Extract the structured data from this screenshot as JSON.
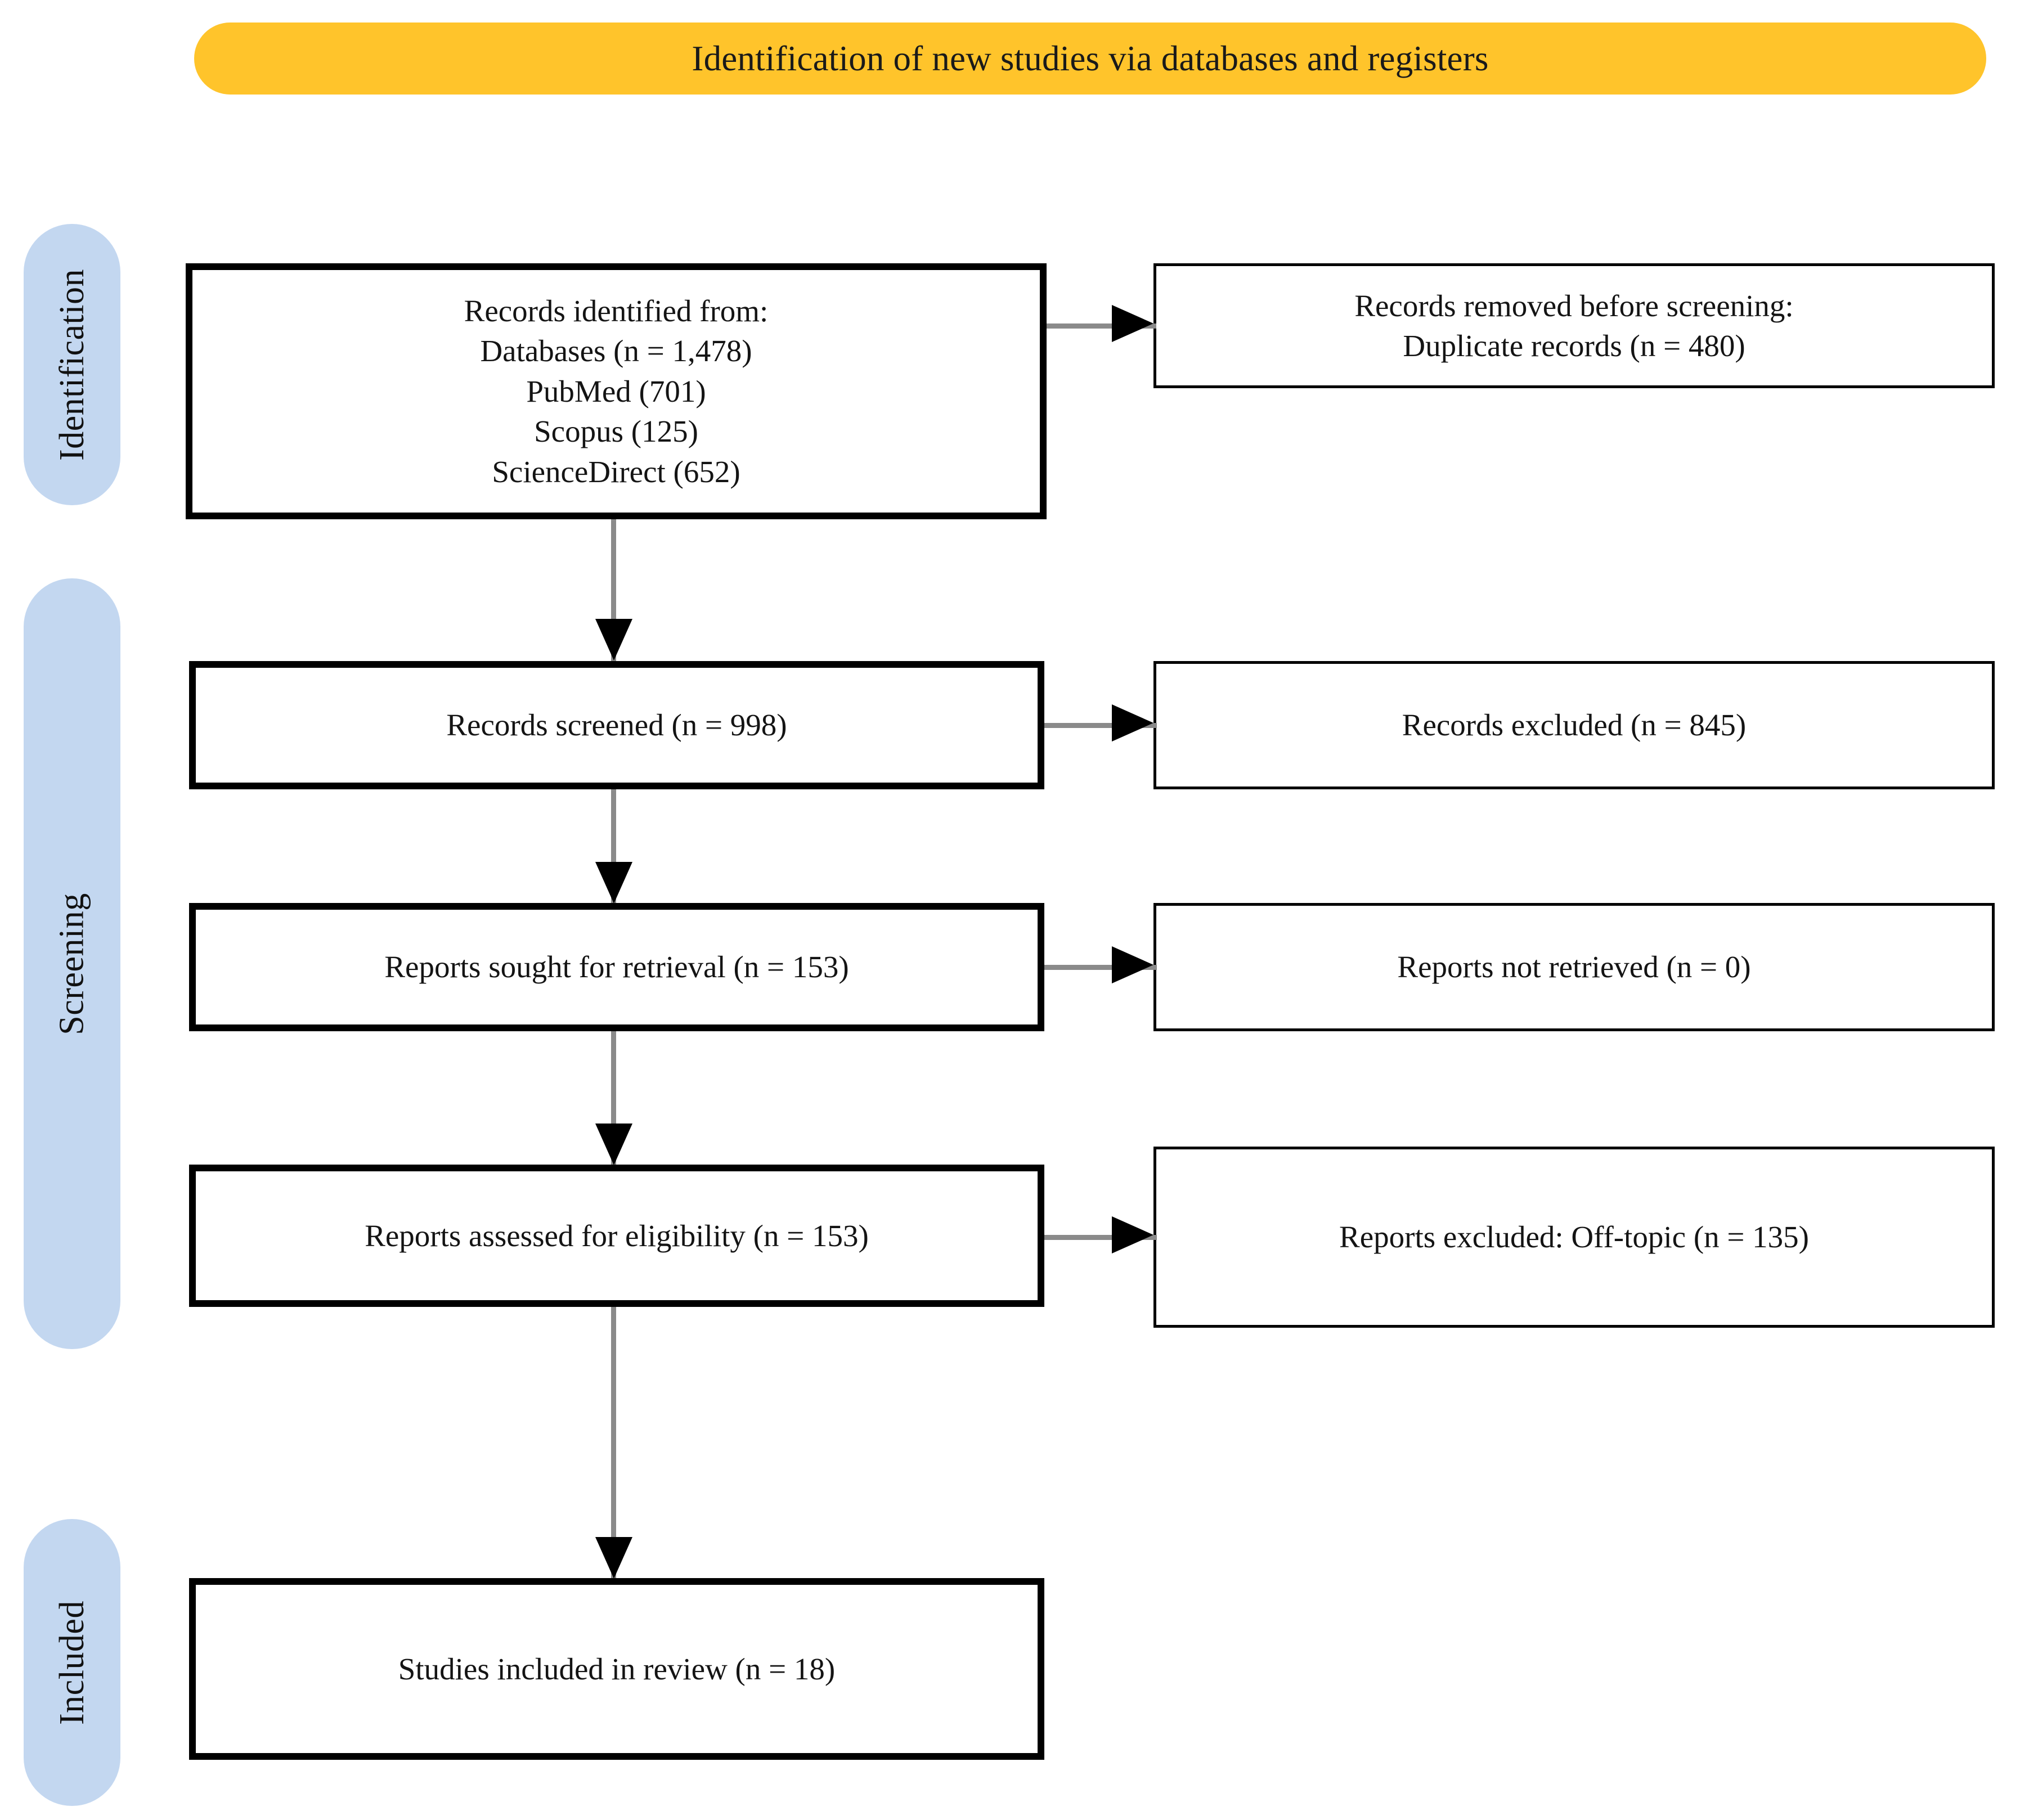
{
  "banner": {
    "title": "Identification of new studies via databases and registers",
    "color": "#FFC42B"
  },
  "stages": {
    "color": "#C3D7F0",
    "identification": "Identification",
    "screening": "Screening",
    "included": "Included"
  },
  "boxes": {
    "identified": {
      "lines": [
        "Records identified from:",
        "Databases (n = 1,478)",
        "PubMed (701)",
        "Scopus (125)",
        "ScienceDirect (652)"
      ]
    },
    "removed": {
      "lines": [
        "Records removed before screening:",
        "Duplicate records (n = 480)"
      ]
    },
    "screened": {
      "lines": [
        "Records screened (n = 998)"
      ]
    },
    "excluded_records": {
      "lines": [
        "Records excluded (n = 845)"
      ]
    },
    "sought": {
      "lines": [
        "Reports sought for retrieval (n = 153)"
      ]
    },
    "not_retrieved": {
      "lines": [
        "Reports not retrieved (n = 0)"
      ]
    },
    "assessed": {
      "lines": [
        "Reports assessed for eligibility (n = 153)"
      ]
    },
    "excluded_offtopic": {
      "lines": [
        "Reports excluded: Off-topic (n = 135)"
      ]
    },
    "included": {
      "lines": [
        "Studies included in review (n = 18)"
      ]
    }
  },
  "flow_data": {
    "type": "prisma-flow",
    "identified_total": 1478,
    "sources": {
      "PubMed": 701,
      "Scopus": 125,
      "ScienceDirect": 652
    },
    "duplicates_removed": 480,
    "screened": 998,
    "records_excluded": 845,
    "reports_sought": 153,
    "reports_not_retrieved": 0,
    "reports_assessed": 153,
    "reports_excluded_offtopic": 135,
    "studies_included": 18
  }
}
